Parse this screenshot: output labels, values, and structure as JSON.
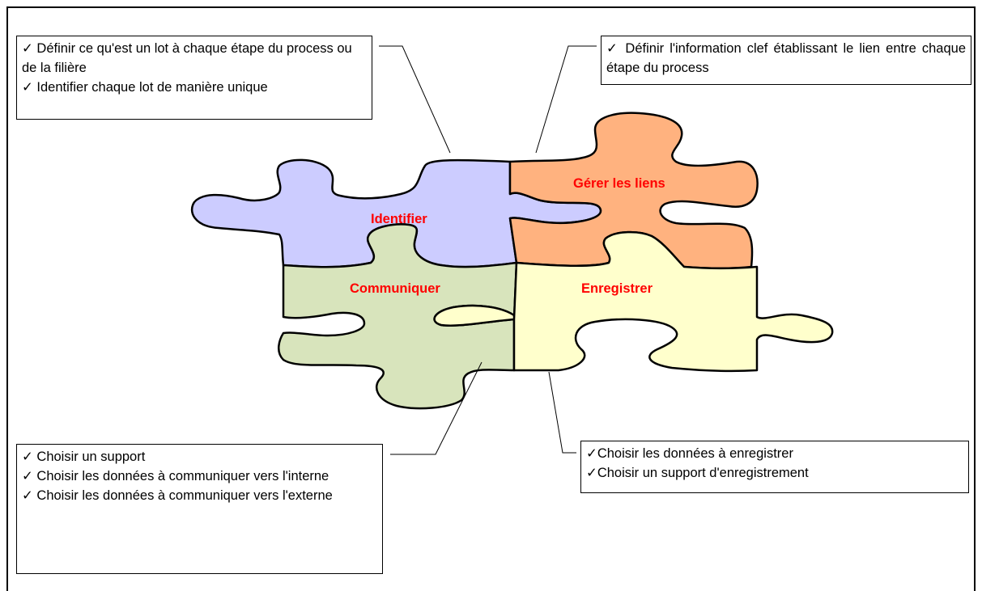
{
  "colors": {
    "identifier_piece": "#ccccff",
    "links_piece": "#ffb27f",
    "communicate_piece": "#d8e4bc",
    "record_piece": "#ffffcc",
    "piece_label": "#ff0000"
  },
  "pieces": {
    "identifier": "Identifier",
    "links": "Gérer les liens",
    "communicate": "Communiquer",
    "record": "Enregistrer"
  },
  "notes": {
    "identifier": [
      "✓ Définir ce qu'est un lot à chaque étape du process ou de la filière",
      "✓ Identifier chaque lot de manière unique"
    ],
    "links": [
      "✓ Définir l'information clef établissant le lien entre chaque étape du process"
    ],
    "communicate": [
      "✓ Choisir un support",
      "✓ Choisir les données à communiquer vers l'interne",
      "✓ Choisir les données à communiquer vers l'externe"
    ],
    "record": [
      "✓Choisir les données à enregistrer",
      "✓Choisir un support d'enregistrement"
    ]
  }
}
